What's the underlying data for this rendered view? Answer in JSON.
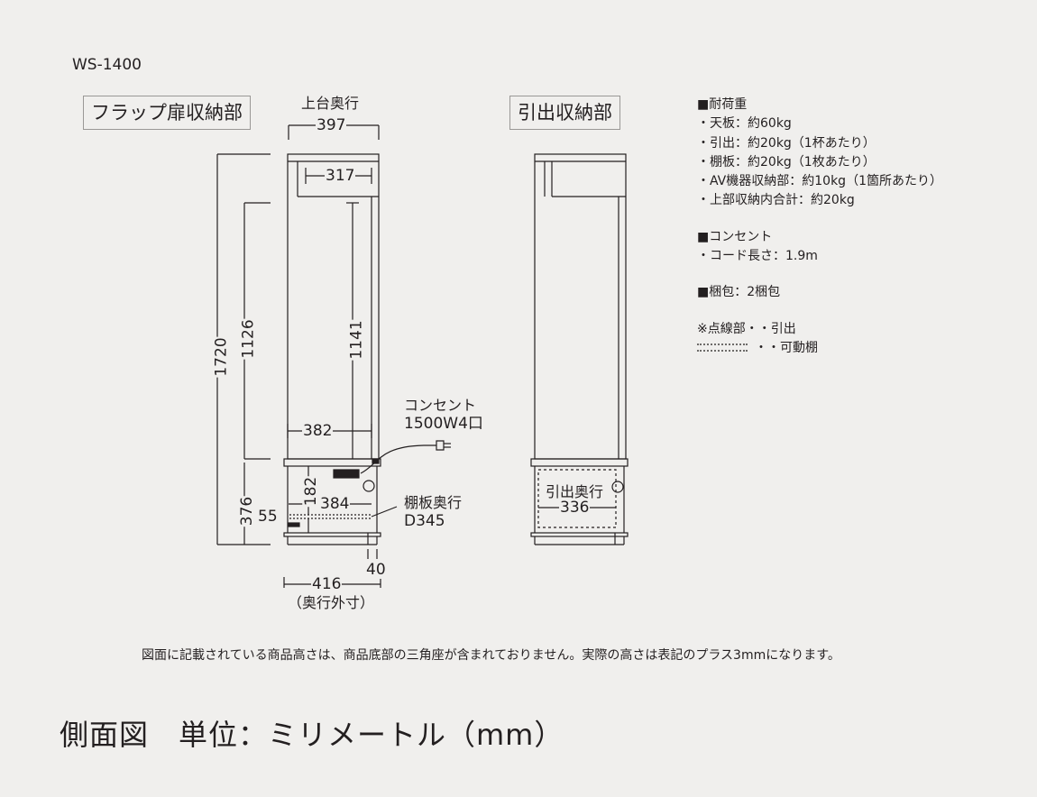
{
  "model": "WS-1400",
  "left_view": {
    "label": "フラップ扉収納部",
    "top_depth_label": "上台奥行",
    "top_depth": "397",
    "inner_top_width": "317",
    "height_total": "1720",
    "height_upper": "1126",
    "inner_height": "1141",
    "inner_width": "382",
    "height_lower": "376",
    "lower_inner_height": "182",
    "lower_inner_width": "384",
    "shelf_height": "55",
    "leg_depth": "40",
    "outer_depth": "416",
    "outer_depth_note": "（奥行外寸）",
    "outlet_label_1": "コンセント",
    "outlet_label_2": "1500W4口",
    "shelf_label_1": "棚板奥行",
    "shelf_label_2": "D345"
  },
  "right_view": {
    "label": "引出収納部",
    "drawer_depth_label": "引出奥行",
    "drawer_depth": "336"
  },
  "specs": {
    "load_title": "■耐荷重",
    "load_items": [
      "・天板：約60kg",
      "・引出：約20kg（1杯あたり）",
      "・棚板：約20kg（1枚あたり）",
      "・AV機器収納部：約10kg（1箇所あたり）",
      "・上部収納内合計：約20kg"
    ],
    "outlet_title": "■コンセント",
    "outlet_items": [
      "・コード長さ：1.9m"
    ],
    "package": "■梱包：2梱包",
    "legend_dashed": "※点線部・・引出",
    "legend_wavy": "・・可動棚"
  },
  "footnote": "図面に記載されている商品高さは、商品底部の三角座が含まれておりません。実際の高さは表記のプラス3mmになります。",
  "title": "側面図　単位：ミリメートル（mm）"
}
